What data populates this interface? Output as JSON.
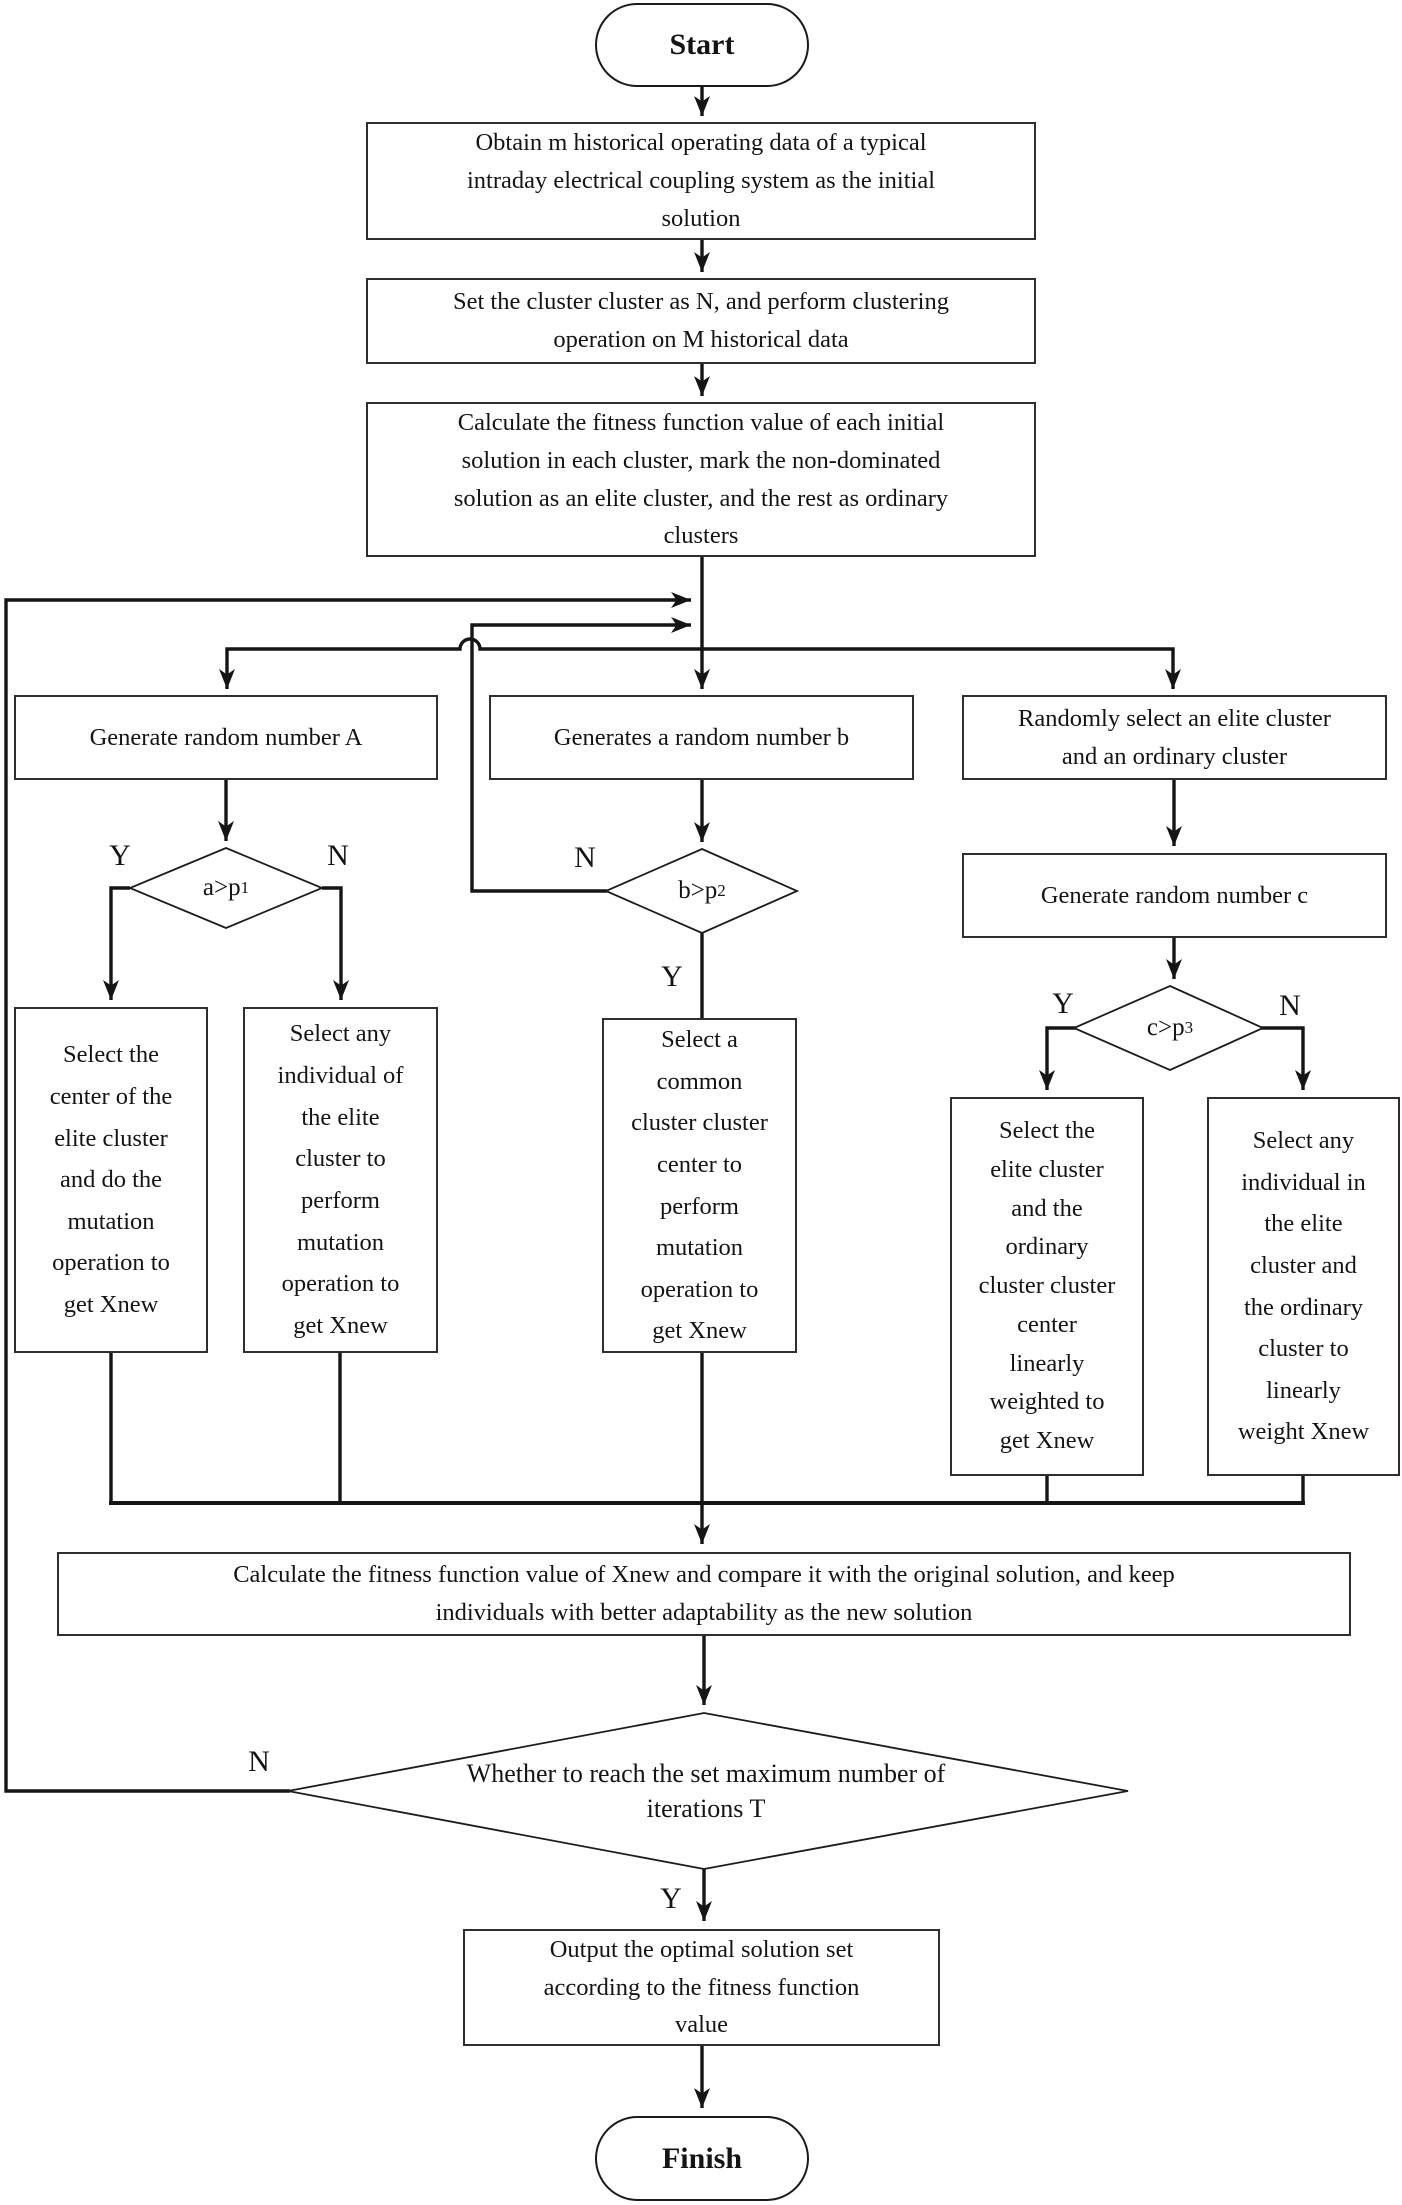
{
  "flowchart": {
    "terminals": {
      "start": "Start",
      "finish": "Finish"
    },
    "labels": {
      "yes": "Y",
      "no": "N"
    },
    "nodes": {
      "obtain": "Obtain m historical operating data of a typical\nintraday electrical coupling system as the initial\nsolution",
      "set_cluster": "Set the cluster cluster as N, and perform clustering\noperation on M historical data",
      "calc_initial": "Calculate the fitness function value of each initial\nsolution in each cluster, mark the non-dominated\nsolution as an elite cluster, and the rest as ordinary\nclusters",
      "gen_a": "Generate random number A",
      "gen_b": "Generates a random number b",
      "rand_select": "Randomly select an elite cluster\nand an ordinary cluster",
      "gen_c": "Generate random number c",
      "mutate_center_elite": "Select the\ncenter of the\nelite cluster\nand do the\nmutation\noperation to\nget Xnew",
      "mutate_any_elite": "Select any\nindividual of\nthe elite\ncluster to\nperform\nmutation\noperation to\nget Xnew",
      "mutate_common_center": "Select a\ncommon\ncluster cluster\ncenter to\nperform\nmutation\noperation to\nget Xnew",
      "weight_centers": "Select the\nelite cluster\nand the\nordinary\ncluster cluster\ncenter\nlinearly\nweighted to\nget Xnew",
      "weight_individuals": "Select any\nindividual in\nthe elite\ncluster and\nthe ordinary\ncluster to\nlinearly\nweight Xnew",
      "calc_xnew": "Calculate the fitness function value of Xnew and compare it with the original solution, and keep\nindividuals with better adaptability as the new solution",
      "output": "Output the optimal solution set\naccording to the fitness function\nvalue"
    },
    "decisions": {
      "a": {
        "base": "a>p",
        "sub": "1"
      },
      "b": {
        "base": "b>p",
        "sub": "2"
      },
      "c": {
        "base": "c>p",
        "sub": "3"
      },
      "iter": {
        "text": "Whether to reach the set maximum number of\niterations T"
      }
    },
    "line_color": "#151515"
  }
}
